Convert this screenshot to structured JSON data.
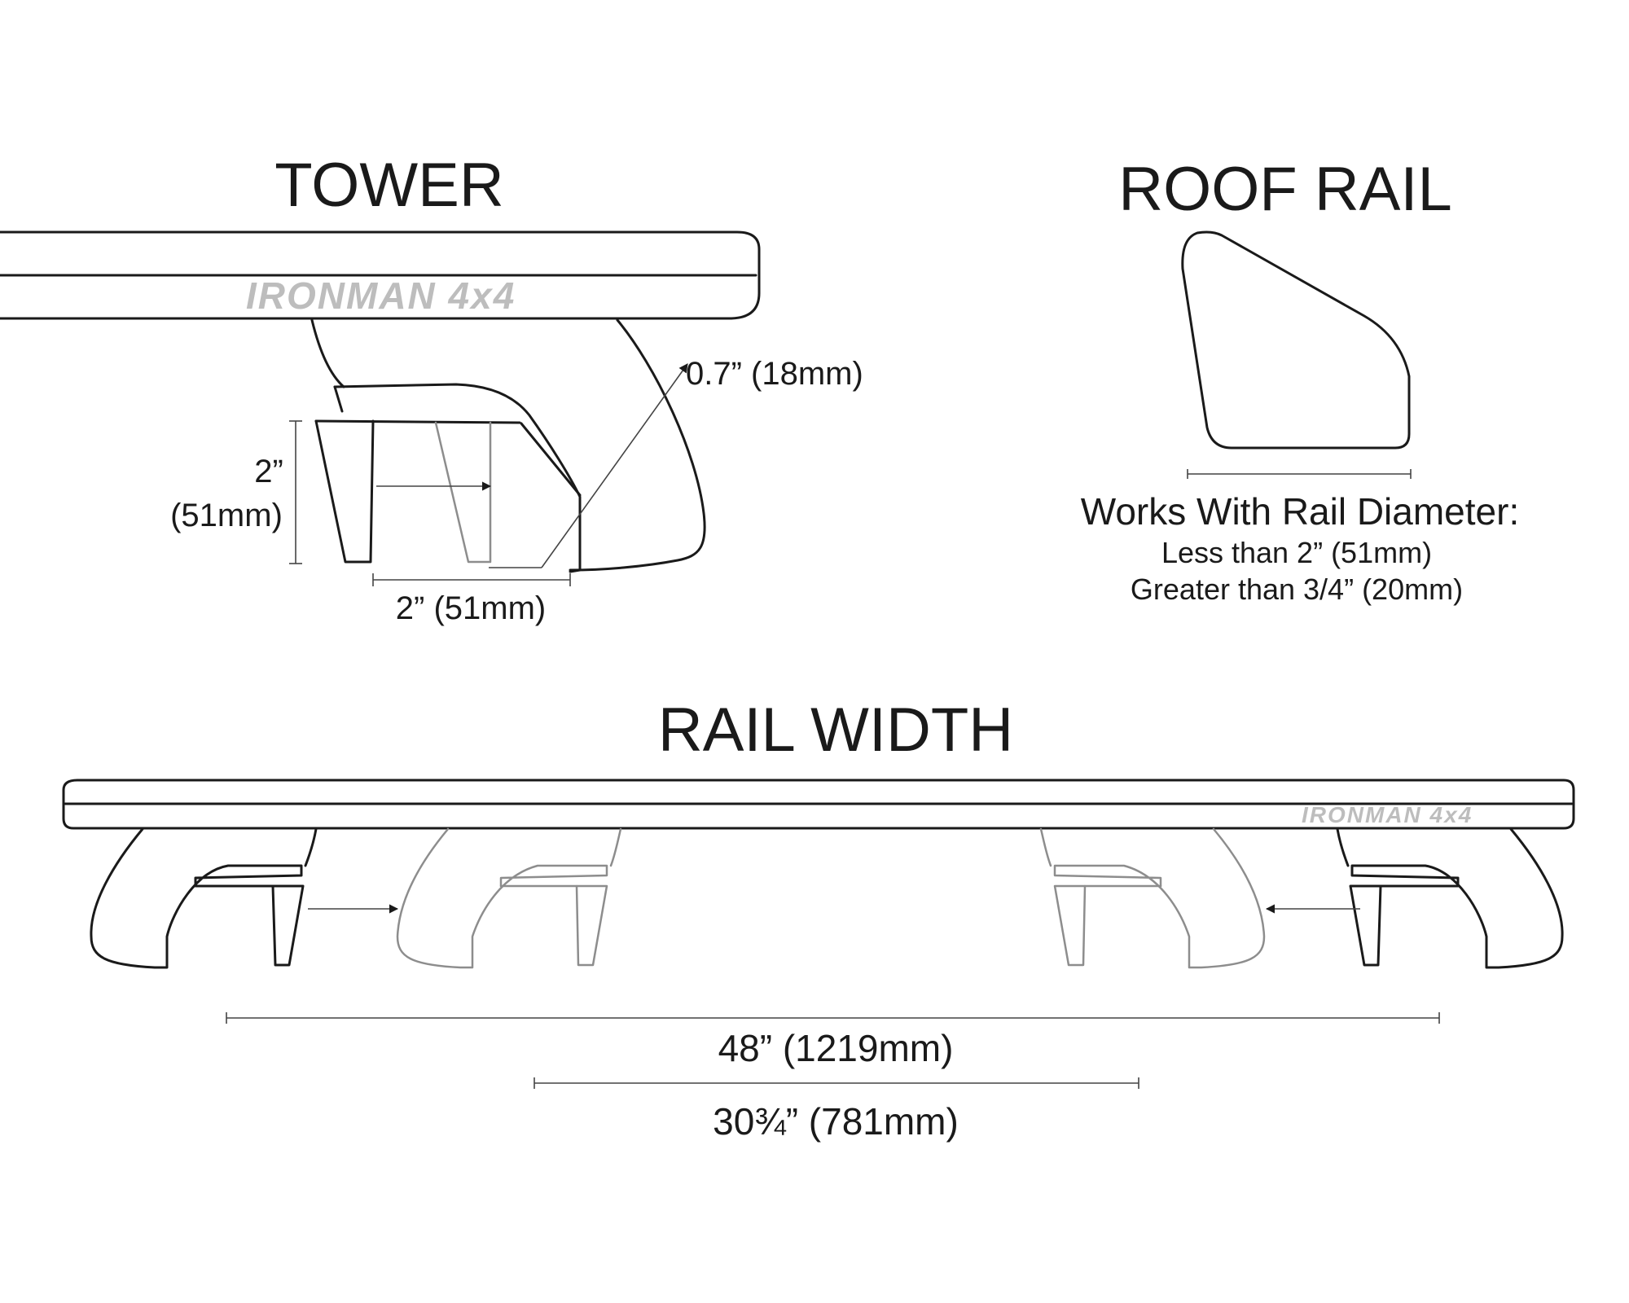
{
  "tower": {
    "title": "TOWER",
    "brand": "IRONMAN 4x4",
    "label_thickness": "0.7” (18mm)",
    "label_height_in": "2”",
    "label_height_mm": "(51mm)",
    "label_width": "2” (51mm)"
  },
  "roof_rail": {
    "title": "ROOF RAIL",
    "heading": "Works With Rail Diameter:",
    "line_less": "Less than 2” (51mm)",
    "line_greater": "Greater than 3/4” (20mm)"
  },
  "rail_width": {
    "title": "RAIL WIDTH",
    "brand": "IRONMAN 4x4",
    "label_max": "48” (1219mm)",
    "label_min": "30¾” (781mm)"
  },
  "colors": {
    "line": "#1a1a1a",
    "ghost": "#8d8d8d",
    "brand_text": "#bdbdbd",
    "background": "#ffffff"
  }
}
